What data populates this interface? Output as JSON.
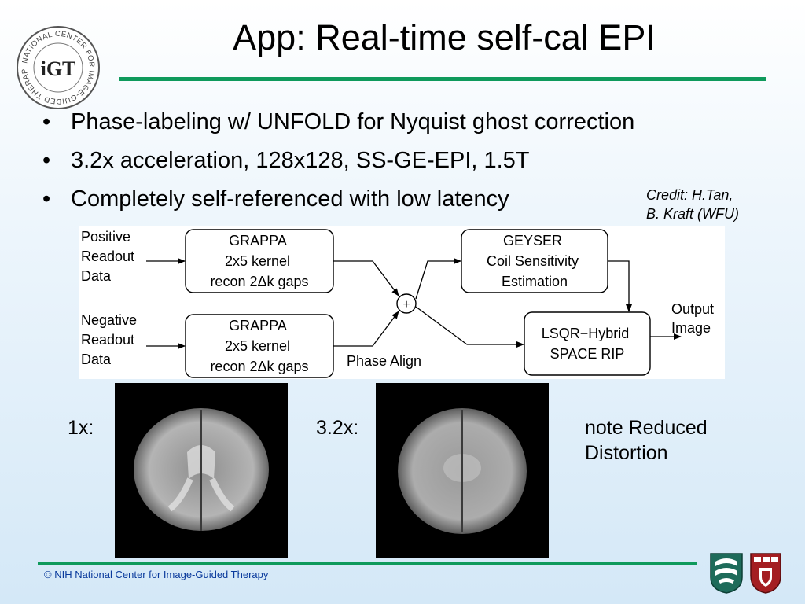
{
  "slide": {
    "title": "App: Real-time self-cal EPI",
    "bullet_glyph": "•",
    "bullets": [
      "Phase-labeling w/ UNFOLD for Nyquist ghost correction",
      "3.2x acceleration, 128x128, SS-GE-EPI, 1.5T",
      "Completely self-referenced with low latency"
    ],
    "credit": "Credit: H.Tan,\nB. Kraft (WFU)"
  },
  "logo": {
    "ring_text": "NATIONAL CENTER FOR IMAGE-GUIDED THERAPY",
    "mark": "iGT"
  },
  "diagram": {
    "input_positive": [
      "Positive",
      "Readout",
      "Data"
    ],
    "input_negative": [
      "Negative",
      "Readout",
      "Data"
    ],
    "grappa_top": [
      "GRAPPA",
      "2x5 kernel",
      "recon 2Δk gaps"
    ],
    "grappa_bottom": [
      "GRAPPA",
      "2x5 kernel",
      "recon 2Δk gaps"
    ],
    "sum_symbol": "+",
    "phase_align": "Phase Align",
    "geyser": [
      "GEYSER",
      "Coil Sensitivity",
      "Estimation"
    ],
    "lsqr": [
      "LSQR−Hybrid",
      "SPACE RIP"
    ],
    "output": [
      "Output",
      "Image"
    ]
  },
  "images": {
    "label_1x": "1x:",
    "label_32x": "3.2x:",
    "note": "note Reduced\nDistortion"
  },
  "footer": {
    "text": "© NIH National Center for Image-Guided Therapy"
  },
  "icons": {
    "logo_icon": "igt-logo",
    "hms_icon": "medical-school-logo",
    "shield_icon": "harvard-shield-logo"
  },
  "colors": {
    "accent_green": "#0f9a5c",
    "footer_blue": "#0a3a9c"
  }
}
